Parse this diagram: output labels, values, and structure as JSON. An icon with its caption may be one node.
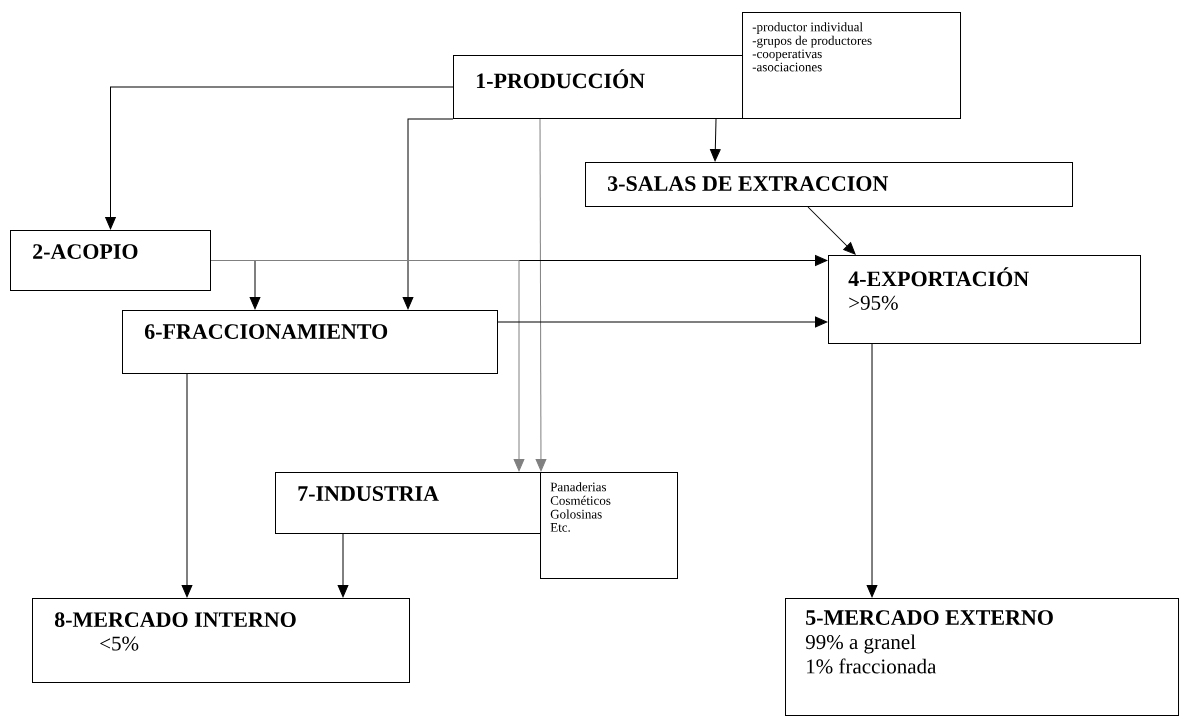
{
  "diagram": {
    "nodes": [
      {
        "text": [
          "1-PRODUCCIÓN"
        ]
      },
      {
        "text": [
          "-productor individual",
          "-grupos de productores",
          "-cooperativas",
          "-asociaciones"
        ]
      },
      {
        "text": [
          "3-SALAS  DE EXTRACCION"
        ]
      },
      {
        "text": [
          "2-ACOPIO"
        ]
      },
      {
        "text": [
          "4-EXPORTACIÓN",
          ">95%"
        ]
      },
      {
        "text": [
          "6-FRACCIONAMIENTO"
        ]
      },
      {
        "text": [
          "7-INDUSTRIA"
        ]
      },
      {
        "text": [
          "Panaderias",
          "Cosméticos",
          "Golosinas",
          "Etc."
        ]
      },
      {
        "text": [
          "8-MERCADO INTERNO",
          "<5%"
        ]
      },
      {
        "text": [
          "5-MERCADO EXTERNO",
          "99% a granel",
          "1% fraccionada"
        ]
      }
    ],
    "edges": [
      {
        "from": 0,
        "to": 3,
        "arrow": "to"
      },
      {
        "from": 0,
        "to": 5,
        "arrow": "to"
      },
      {
        "from": 0,
        "to": 2,
        "arrow": "to"
      },
      {
        "from": 0,
        "to": 6,
        "arrow": "to",
        "color": "#808080"
      },
      {
        "from": 3,
        "to": 4,
        "arrow": "to"
      },
      {
        "from": 3,
        "to": 5,
        "arrow": "to"
      },
      {
        "from": 3,
        "to": 6,
        "arrow": "to",
        "color": "#808080"
      },
      {
        "from": 2,
        "to": 4,
        "arrow": "to"
      },
      {
        "from": 5,
        "to": 4,
        "arrow": "to"
      },
      {
        "from": 4,
        "to": 9,
        "arrow": "to"
      },
      {
        "from": 5,
        "to": 8,
        "arrow": "to"
      },
      {
        "from": 6,
        "to": 8,
        "arrow": "to"
      }
    ]
  }
}
